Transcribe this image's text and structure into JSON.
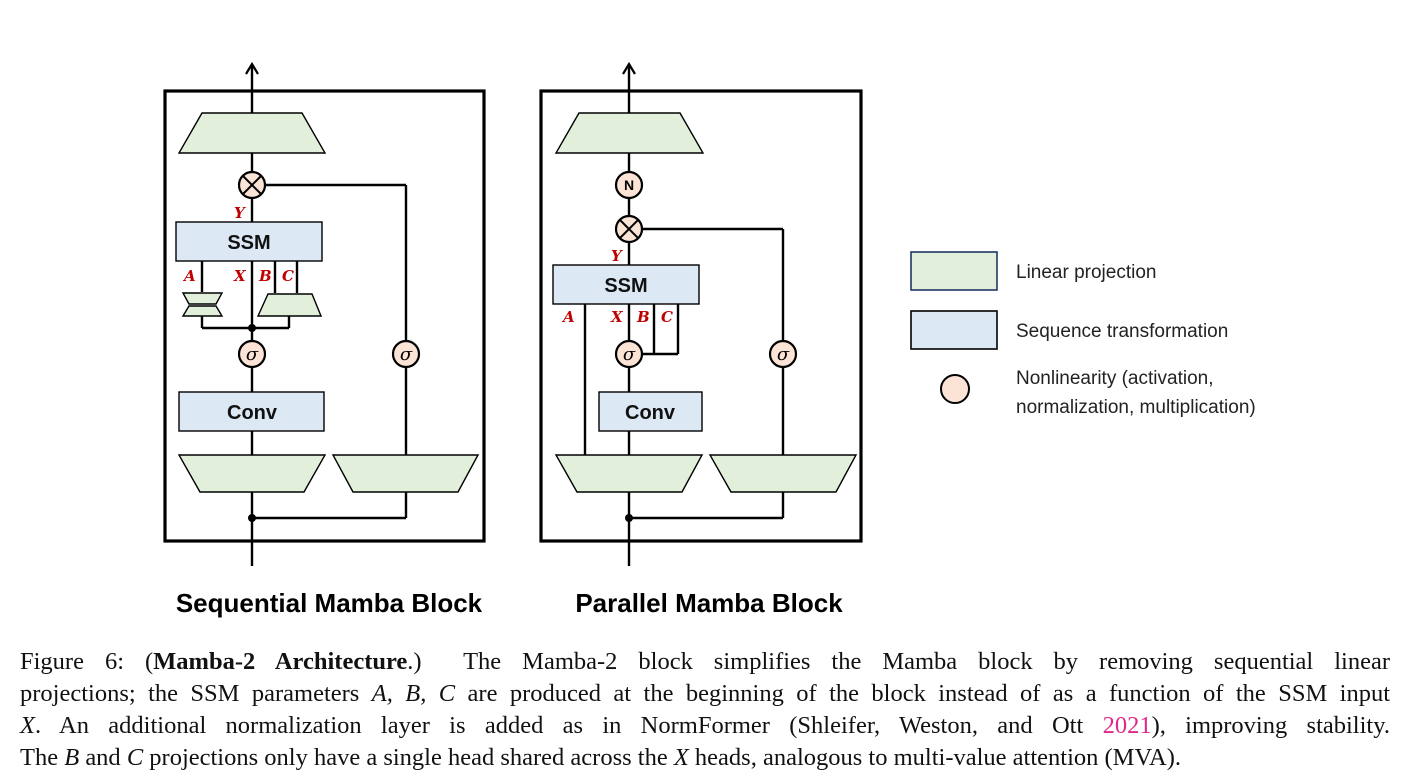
{
  "figure": {
    "blocks": [
      {
        "title": "Sequential Mamba Block",
        "ssm_label": "SSM",
        "conv_label": "Conv",
        "ssm_output_var": "Y",
        "ssm_input_vars": [
          "A",
          "X",
          "B",
          "C"
        ],
        "multiply_symbol": "×",
        "activation_symbol": "σ"
      },
      {
        "title": "Parallel Mamba Block",
        "ssm_label": "SSM",
        "conv_label": "Conv",
        "ssm_output_var": "Y",
        "ssm_input_vars": [
          "A",
          "X",
          "B",
          "C"
        ],
        "norm_symbol": "N",
        "multiply_symbol": "×",
        "activation_symbol": "σ"
      }
    ],
    "legend": [
      {
        "kind": "linear-projection",
        "label": "Linear projection",
        "color": "#e2efda"
      },
      {
        "kind": "sequence-transformation",
        "label": "Sequence transformation",
        "color": "#dde8f5"
      },
      {
        "kind": "nonlinearity",
        "label_line1": "Nonlinearity (activation,",
        "label_line2": "normalization, multiplication)",
        "color": "#fbe3d6"
      }
    ],
    "colors": {
      "linear_projection": "#e2efda",
      "sequence_transformation": "#dde8f5",
      "nonlinearity": "#fbe3d6",
      "variable_text": "#c00000",
      "citation": "#e0288a"
    }
  },
  "caption": {
    "figure_label": "Figure 6:",
    "bold_title": "Mamba-2 Architecture",
    "line1_rest": "The Mamba-2 block simplifies the Mamba block by removing sequential linear",
    "line2_a": "projections; the SSM parameters",
    "line2_vars": "A, B, C",
    "line2_b": "are produced at the beginning of the block instead of as a function of the SSM input",
    "line3_var": "X",
    "line3_a": ".  An additional normalization layer is added as in NormFormer (Shleifer, Weston, and Ott",
    "line3_cite": "2021",
    "line3_b": "), improving stability.",
    "line4_a": "The",
    "line4_var1": "B",
    "line4_b": "and",
    "line4_var2": "C",
    "line4_c": "projections only have a single head shared across the",
    "line4_var3": "X",
    "line4_d": "heads, analogous to multi-value attention (MVA)."
  }
}
